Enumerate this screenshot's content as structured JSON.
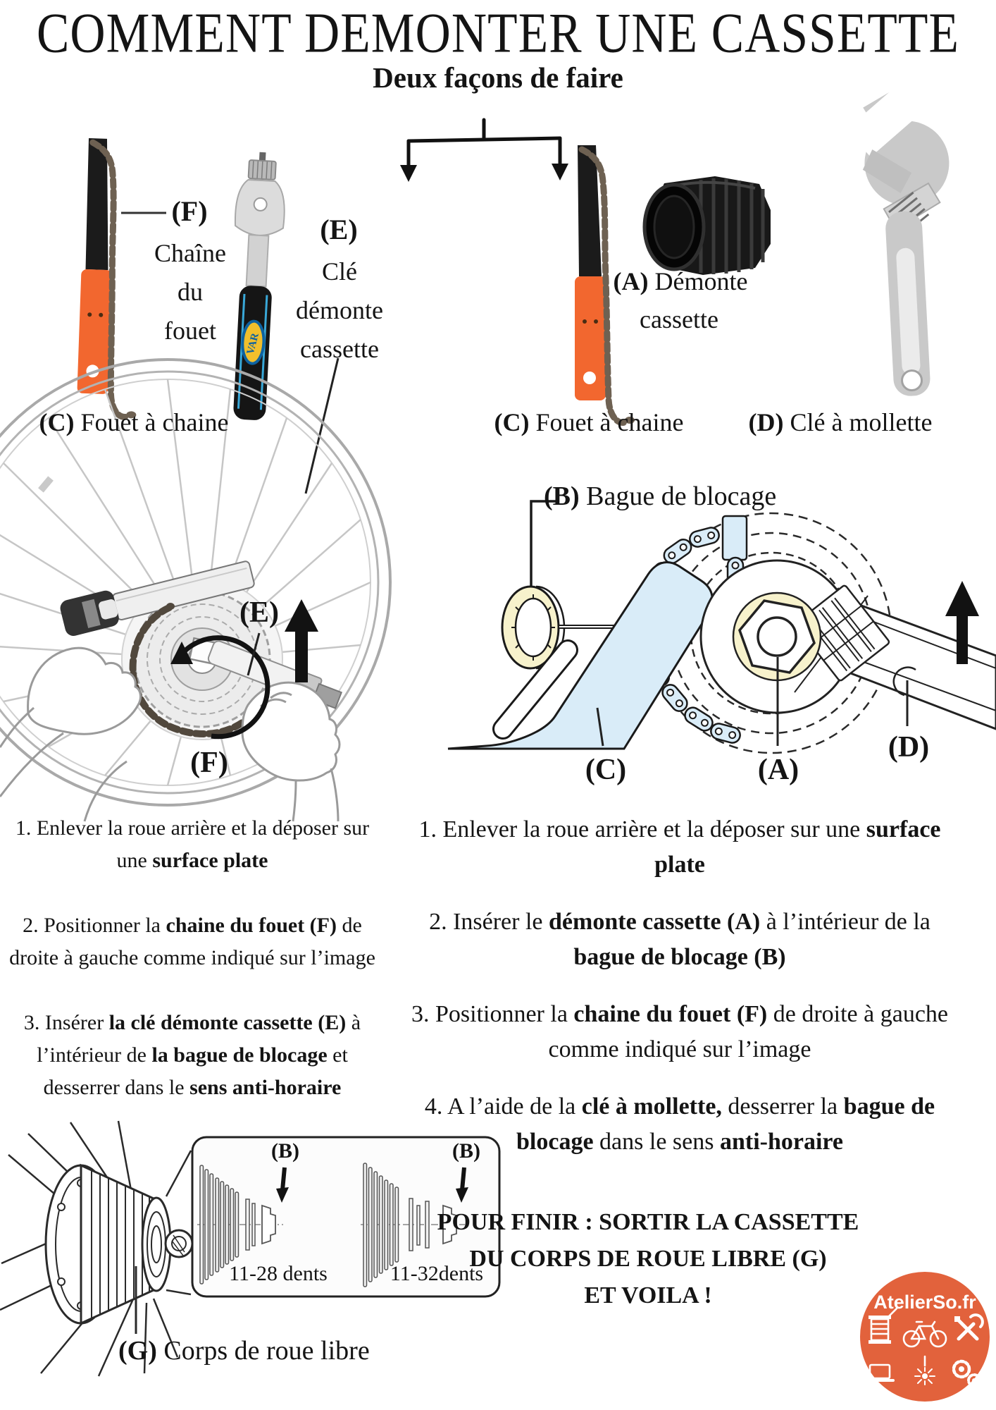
{
  "title": "COMMENT DEMONTER UNE CASSETTE",
  "subtitle": "Deux façons de faire",
  "tools": {
    "var_badge": "VAR",
    "left": {
      "chain_label": "(F)",
      "chain_name_lines": [
        "Chaîne",
        "du",
        "fouet"
      ],
      "wrench_label": "(E)",
      "wrench_name_lines": [
        "Clé",
        "démonte",
        "cassette"
      ],
      "caption": [
        {
          "t": "(C)",
          "b": true
        },
        {
          "t": " Fouet à chaine",
          "b": false
        }
      ]
    },
    "right": {
      "remover_line1": [
        {
          "t": "(A)",
          "b": true
        },
        {
          "t": " Démonte",
          "b": false
        }
      ],
      "remover_line2": "cassette",
      "caption_whip": [
        {
          "t": "(C)",
          "b": true
        },
        {
          "t": " Fouet à chaine",
          "b": false
        }
      ],
      "caption_wrench": [
        {
          "t": "(D)",
          "b": true
        },
        {
          "t": " Clé à mollette",
          "b": false
        }
      ]
    }
  },
  "diagram_left": {
    "label_e": "(E)",
    "label_f": "(F)"
  },
  "diagram_right": {
    "lockring_label": [
      {
        "t": "(B)",
        "b": true
      },
      {
        "t": " Bague de blocage",
        "b": false
      }
    ],
    "letter_c": "(C)",
    "letter_a": "(A)",
    "letter_d": "(D)"
  },
  "steps_left": [
    {
      "segments": [
        {
          "t": "1. Enlever la roue arrière et la déposer sur une ",
          "b": false
        },
        {
          "t": "surface plate",
          "b": true
        }
      ]
    },
    {
      "segments": [
        {
          "t": "2. Positionner la ",
          "b": false
        },
        {
          "t": "chaine du fouet (F)",
          "b": true
        },
        {
          "t": " de droite à gauche comme indiqué sur l’image",
          "b": false
        }
      ]
    },
    {
      "segments": [
        {
          "t": "3. Insérer ",
          "b": false
        },
        {
          "t": "la clé démonte cassette (E)",
          "b": true
        },
        {
          "t": " à l’intérieur de ",
          "b": false
        },
        {
          "t": "la bague de blocage",
          "b": true
        },
        {
          "t": " et desserrer dans le ",
          "b": false
        },
        {
          "t": "sens anti-horaire",
          "b": true
        }
      ]
    }
  ],
  "steps_right": [
    {
      "segments": [
        {
          "t": "1. Enlever la roue arrière et la déposer sur une ",
          "b": false
        },
        {
          "t": "surface plate",
          "b": true
        }
      ]
    },
    {
      "segments": [
        {
          "t": "2. Insérer le ",
          "b": false
        },
        {
          "t": "démonte cassette (A)",
          "b": true
        },
        {
          "t": " à l’intérieur de la ",
          "b": false
        },
        {
          "t": "bague de blocage (B)",
          "b": true
        }
      ]
    },
    {
      "segments": [
        {
          "t": "3. Positionner la ",
          "b": false
        },
        {
          "t": "chaine du fouet (F)",
          "b": true
        },
        {
          "t": " de droite à gauche comme indiqué sur l’image",
          "b": false
        }
      ]
    },
    {
      "segments": [
        {
          "t": "4. A l’aide de la ",
          "b": false
        },
        {
          "t": "clé à mollette,",
          "b": true
        },
        {
          "t": " desserrer la ",
          "b": false
        },
        {
          "t": "bague de blocage",
          "b": true
        },
        {
          "t": " dans le sens ",
          "b": false
        },
        {
          "t": "anti-horaire",
          "b": true
        }
      ]
    }
  ],
  "finish": {
    "lines": [
      "POUR FINIR : SORTIR LA CASSETTE",
      "DU CORPS DE ROUE LIBRE (G)",
      "ET VOILA !"
    ]
  },
  "inset": {
    "b_label": "(B)",
    "caption_small": "11-28 dents",
    "caption_large": "11-32dents"
  },
  "freehub_caption": [
    {
      "t": "(G)",
      "b": true
    },
    {
      "t": " Corps de roue libre",
      "b": false
    }
  ],
  "logo": {
    "text": "AtelierSo.fr",
    "bg_color": "#E2623C",
    "icons": [
      "thread-spool-icon",
      "bicycle-icon",
      "crossed-tools-icon",
      "laptop-icon",
      "laser-beam-icon",
      "gears-icon"
    ]
  },
  "colors": {
    "whip_orange": "#F2672F",
    "diagram_blue": "#D9ECF8",
    "lockring_yellow": "#F7F2CC",
    "ink": "#141414"
  }
}
